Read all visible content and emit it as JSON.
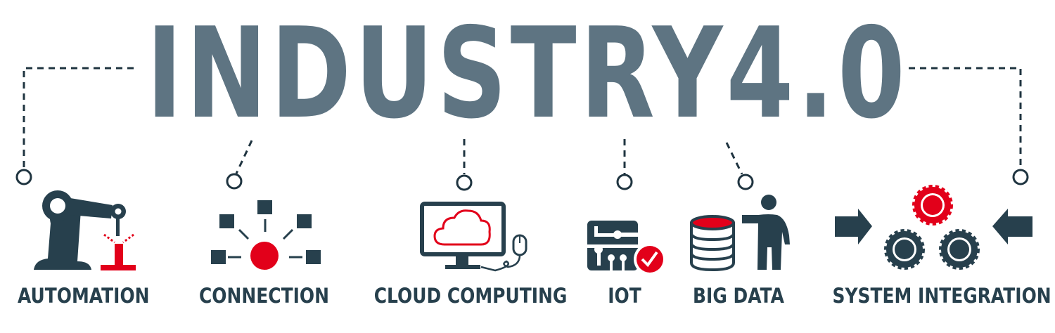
{
  "title": "INDUSTRY4.0",
  "colors": {
    "title": "#5e7482",
    "icon_dark": "#27404d",
    "accent_red": "#e2001a",
    "connector": "#1f3440",
    "background": "#ffffff"
  },
  "items": [
    {
      "label": "AUTOMATION",
      "icon": "robot-arm-icon"
    },
    {
      "label": "CONNECTION",
      "icon": "network-hub-icon"
    },
    {
      "label": "CLOUD COMPUTING",
      "icon": "monitor-cloud-icon"
    },
    {
      "label": "IOT",
      "icon": "circuit-check-icon"
    },
    {
      "label": "BIG DATA",
      "icon": "database-person-icon"
    },
    {
      "label": "SYSTEM INTEGRATION",
      "icon": "gears-arrows-icon"
    }
  ]
}
